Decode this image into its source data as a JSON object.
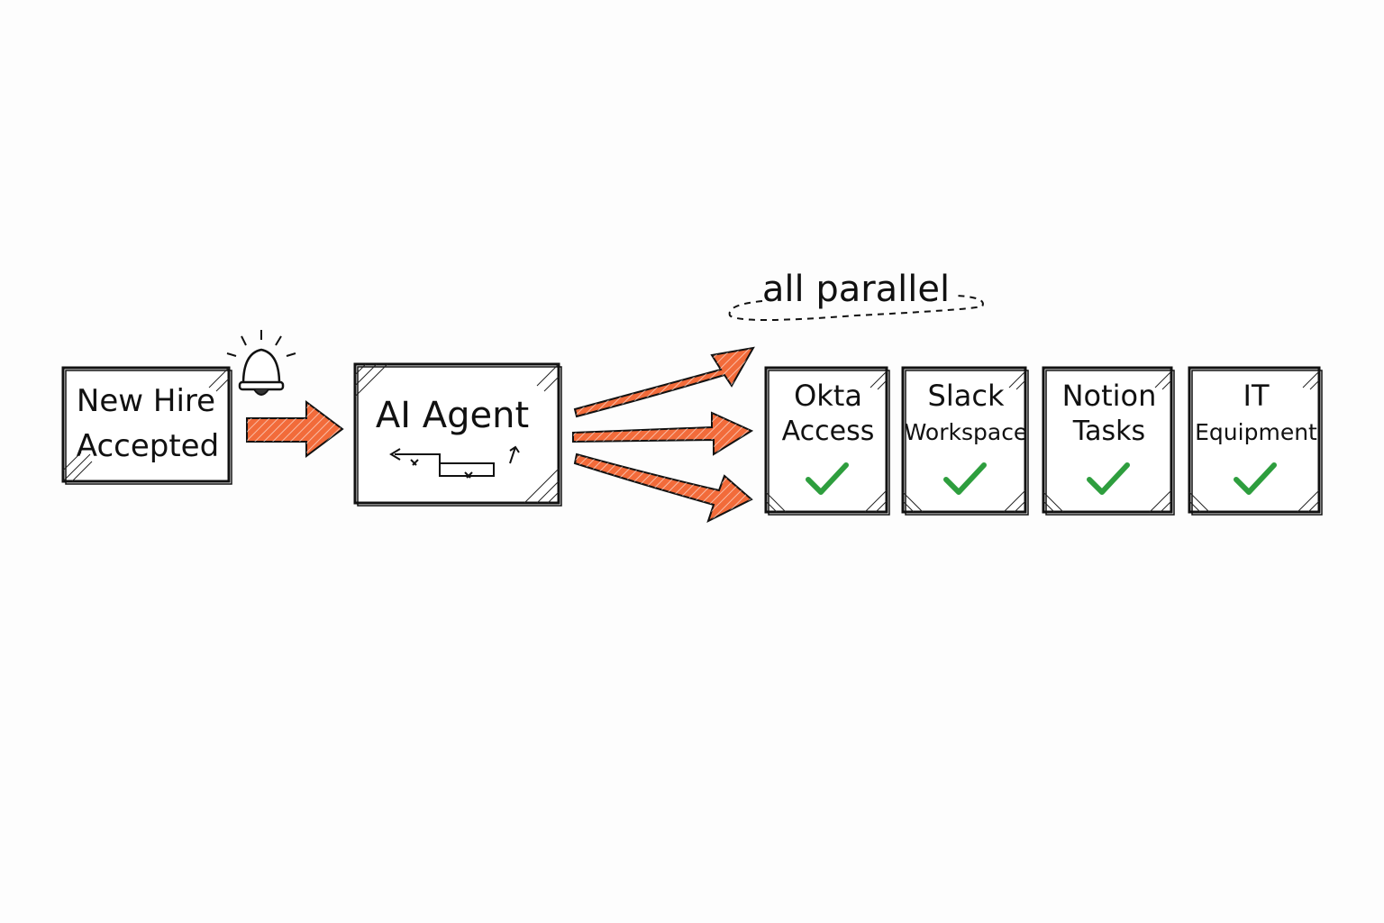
{
  "diagram": {
    "trigger": {
      "line1": "New Hire",
      "line2": "Accepted",
      "icon": "bell-icon"
    },
    "agent": {
      "title": "AI Agent",
      "icon": "workflow-loop-icon"
    },
    "parallel_label": "all parallel",
    "tasks": [
      {
        "line1": "Okta",
        "line2": "Access",
        "status": "done"
      },
      {
        "line1": "Slack",
        "line2": "Workspace",
        "status": "done"
      },
      {
        "line1": "Notion",
        "line2": "Tasks",
        "status": "done"
      },
      {
        "line1": "IT",
        "line2": "Equipment",
        "status": "done"
      }
    ]
  },
  "colors": {
    "arrow": "#f26b3a",
    "check": "#2e9e3e",
    "ink": "#111111"
  }
}
